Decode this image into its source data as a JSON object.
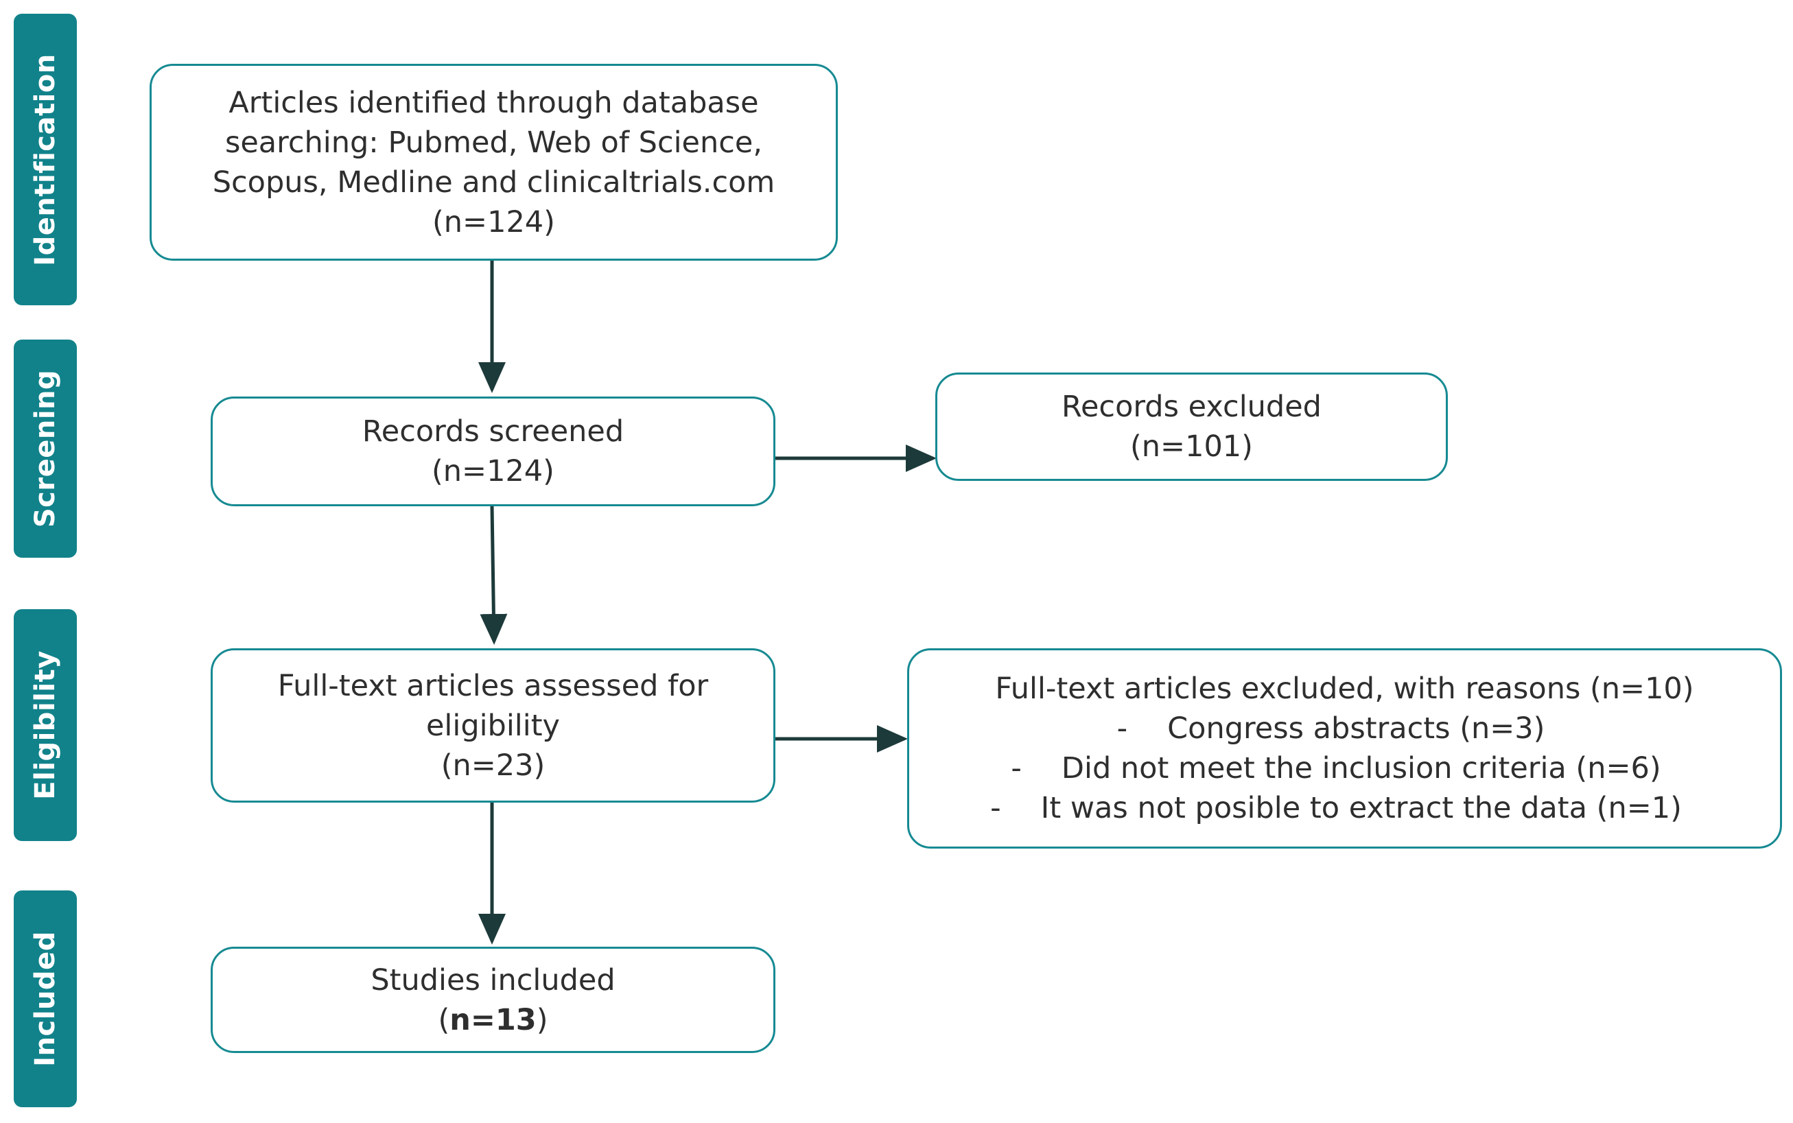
{
  "phases": {
    "identification": "Identification",
    "screening": "Screening",
    "eligibility": "Eligibility",
    "included": "Included"
  },
  "boxes": {
    "identified": {
      "line1": "Articles identified through database",
      "line2": "searching: Pubmed, Web of Science,",
      "line3": "Scopus, Medline and clinicaltrials.com",
      "count": "(n=124)"
    },
    "screened": {
      "label": "Records screened",
      "count": "(n=124)"
    },
    "excluded_records": {
      "label": "Records excluded",
      "count": "(n=101)"
    },
    "assessed": {
      "line1": "Full-text articles assessed for",
      "line2": "eligibility",
      "count": "(n=23)"
    },
    "fulltext_excluded": {
      "title": "Full-text articles excluded, with reasons (n=10)",
      "reasons": [
        {
          "dash": "-",
          "text": "Congress abstracts (n=3)"
        },
        {
          "dash": "-",
          "text": "Did not meet the inclusion criteria (n=6)"
        },
        {
          "dash": "-",
          "text": "It was not posible to extract the data (n=1)"
        }
      ]
    },
    "included": {
      "label": "Studies included",
      "count_open": "(",
      "count_value": "n=13",
      "count_close": ")"
    }
  },
  "colors": {
    "phase_fill": "#11828a",
    "box_border": "#168a92",
    "arrow": "#1d3a3a"
  }
}
